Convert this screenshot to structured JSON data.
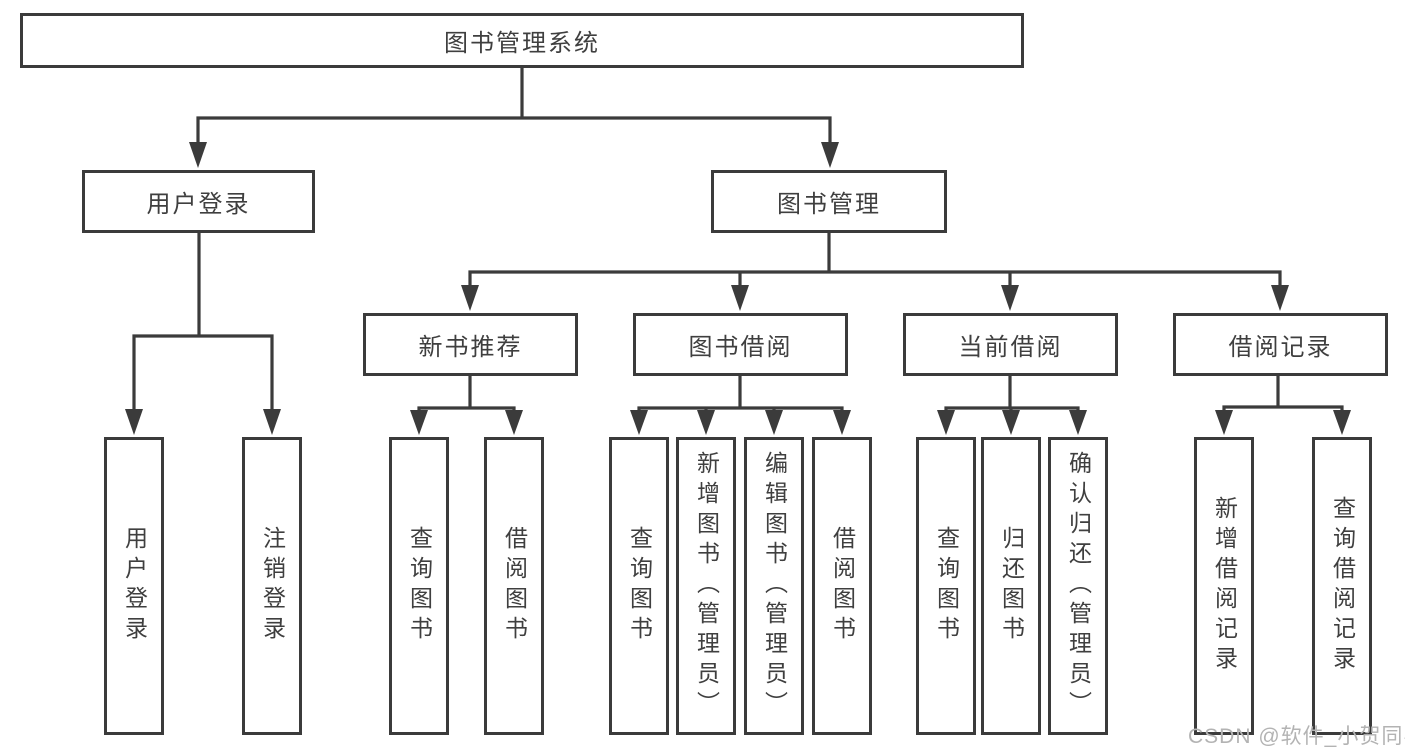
{
  "colors": {
    "line": "#3b3b3b",
    "node_border": "#3b3b3b",
    "text": "#3f3f3f",
    "watermark": "#b3b3b3",
    "background": "#ffffff"
  },
  "tree": {
    "root": {
      "label": "图书管理系统"
    },
    "children": [
      {
        "label": "用户登录",
        "children": [
          {
            "label": "用户登录"
          },
          {
            "label": "注销登录"
          }
        ]
      },
      {
        "label": "图书管理",
        "children": [
          {
            "label": "新书推荐",
            "children": [
              {
                "label": "查询图书"
              },
              {
                "label": "借阅图书"
              }
            ]
          },
          {
            "label": "图书借阅",
            "children": [
              {
                "label": "查询图书"
              },
              {
                "label": "新增图书（管理员）"
              },
              {
                "label": "编辑图书（管理员）"
              },
              {
                "label": "借阅图书"
              }
            ]
          },
          {
            "label": "当前借阅",
            "children": [
              {
                "label": "查询图书"
              },
              {
                "label": "归还图书"
              },
              {
                "label": "确认归还（管理员）"
              }
            ]
          },
          {
            "label": "借阅记录",
            "children": [
              {
                "label": "新增借阅记录"
              },
              {
                "label": "查询借阅记录"
              }
            ]
          }
        ]
      }
    ]
  },
  "watermark": {
    "text": "CSDN @软件_小贺同学"
  }
}
